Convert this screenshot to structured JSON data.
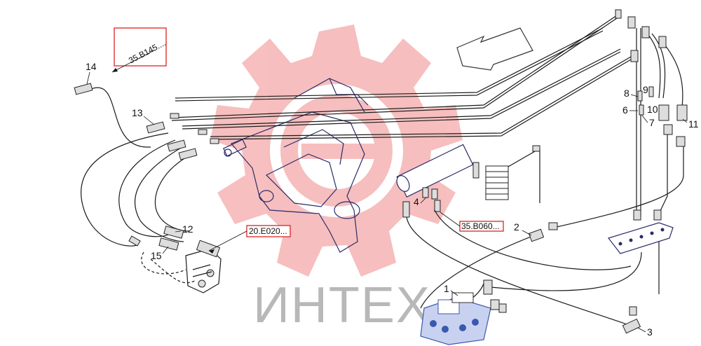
{
  "diagram": {
    "watermark_text": "ИНТЕХ",
    "colors": {
      "watermark": "#f08a8a",
      "reference_box": "#d22222",
      "frame": "#2b2b6b",
      "valve": "#3a58b0"
    },
    "references": [
      "35.B145....",
      "20.E020...",
      "35.B060..."
    ],
    "callouts": [
      "14",
      "13",
      "12",
      "15",
      "8",
      "9",
      "6",
      "7",
      "10",
      "11",
      "4",
      "2",
      "1",
      "3"
    ]
  }
}
